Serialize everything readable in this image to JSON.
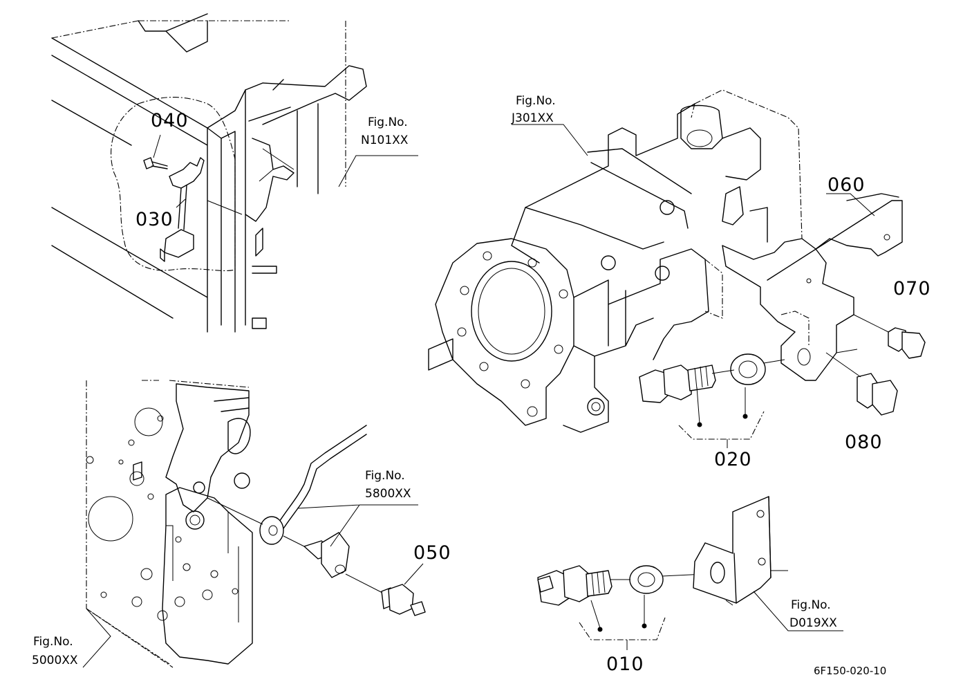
{
  "parts": {
    "p010": "010",
    "p020": "020",
    "p030": "030",
    "p040": "040",
    "p050": "050",
    "p060": "060",
    "p070": "070",
    "p080": "080"
  },
  "figure_refs": {
    "n101": {
      "label": "Fig.No.",
      "number": "N101XX"
    },
    "j301": {
      "label": "Fig.No.",
      "number": "J301XX"
    },
    "f5800": {
      "label": "Fig.No.",
      "number": "5800XX"
    },
    "f5000": {
      "label": "Fig.No.",
      "number": "5000XX"
    },
    "d019": {
      "label": "Fig.No.",
      "number": "D019XX"
    }
  },
  "drawing_number": "6F150-020-10"
}
